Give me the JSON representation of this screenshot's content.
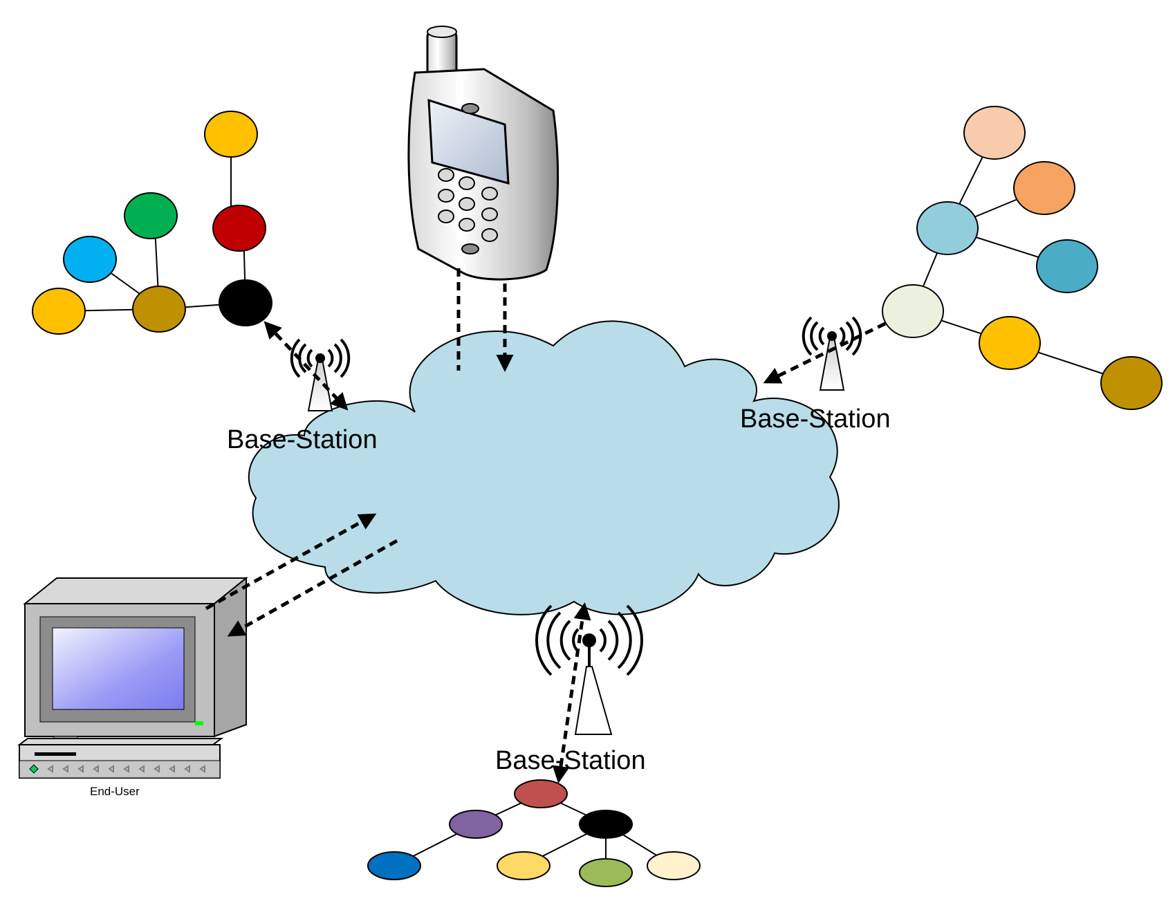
{
  "labels": {
    "base_station_top_left": "Base-Station",
    "base_station_right": "Base-Station",
    "base_station_bottom": "Base-Station",
    "end_user": "End-User"
  },
  "colors": {
    "cloud": "#b8dde8",
    "arrow": "#000000",
    "node_edge": "#000000"
  },
  "clusters": {
    "top_left": [
      "#ffc000",
      "#c00000",
      "#00b050",
      "#00b0f0",
      "#ffc000",
      "#bf9000",
      "#000000"
    ],
    "right": [
      "#f8cbad",
      "#f4a460",
      "#92cddc",
      "#4bacc6",
      "#ebf1de",
      "#ffc000",
      "#bf9000"
    ],
    "bottom": [
      "#c0504d",
      "#8064a2",
      "#000000",
      "#0070c0",
      "#ffd966",
      "#9bbb59",
      "#fff2cc"
    ]
  },
  "icons": [
    "cloud-icon",
    "mobile-phone-icon",
    "computer-icon",
    "antenna-icon"
  ]
}
